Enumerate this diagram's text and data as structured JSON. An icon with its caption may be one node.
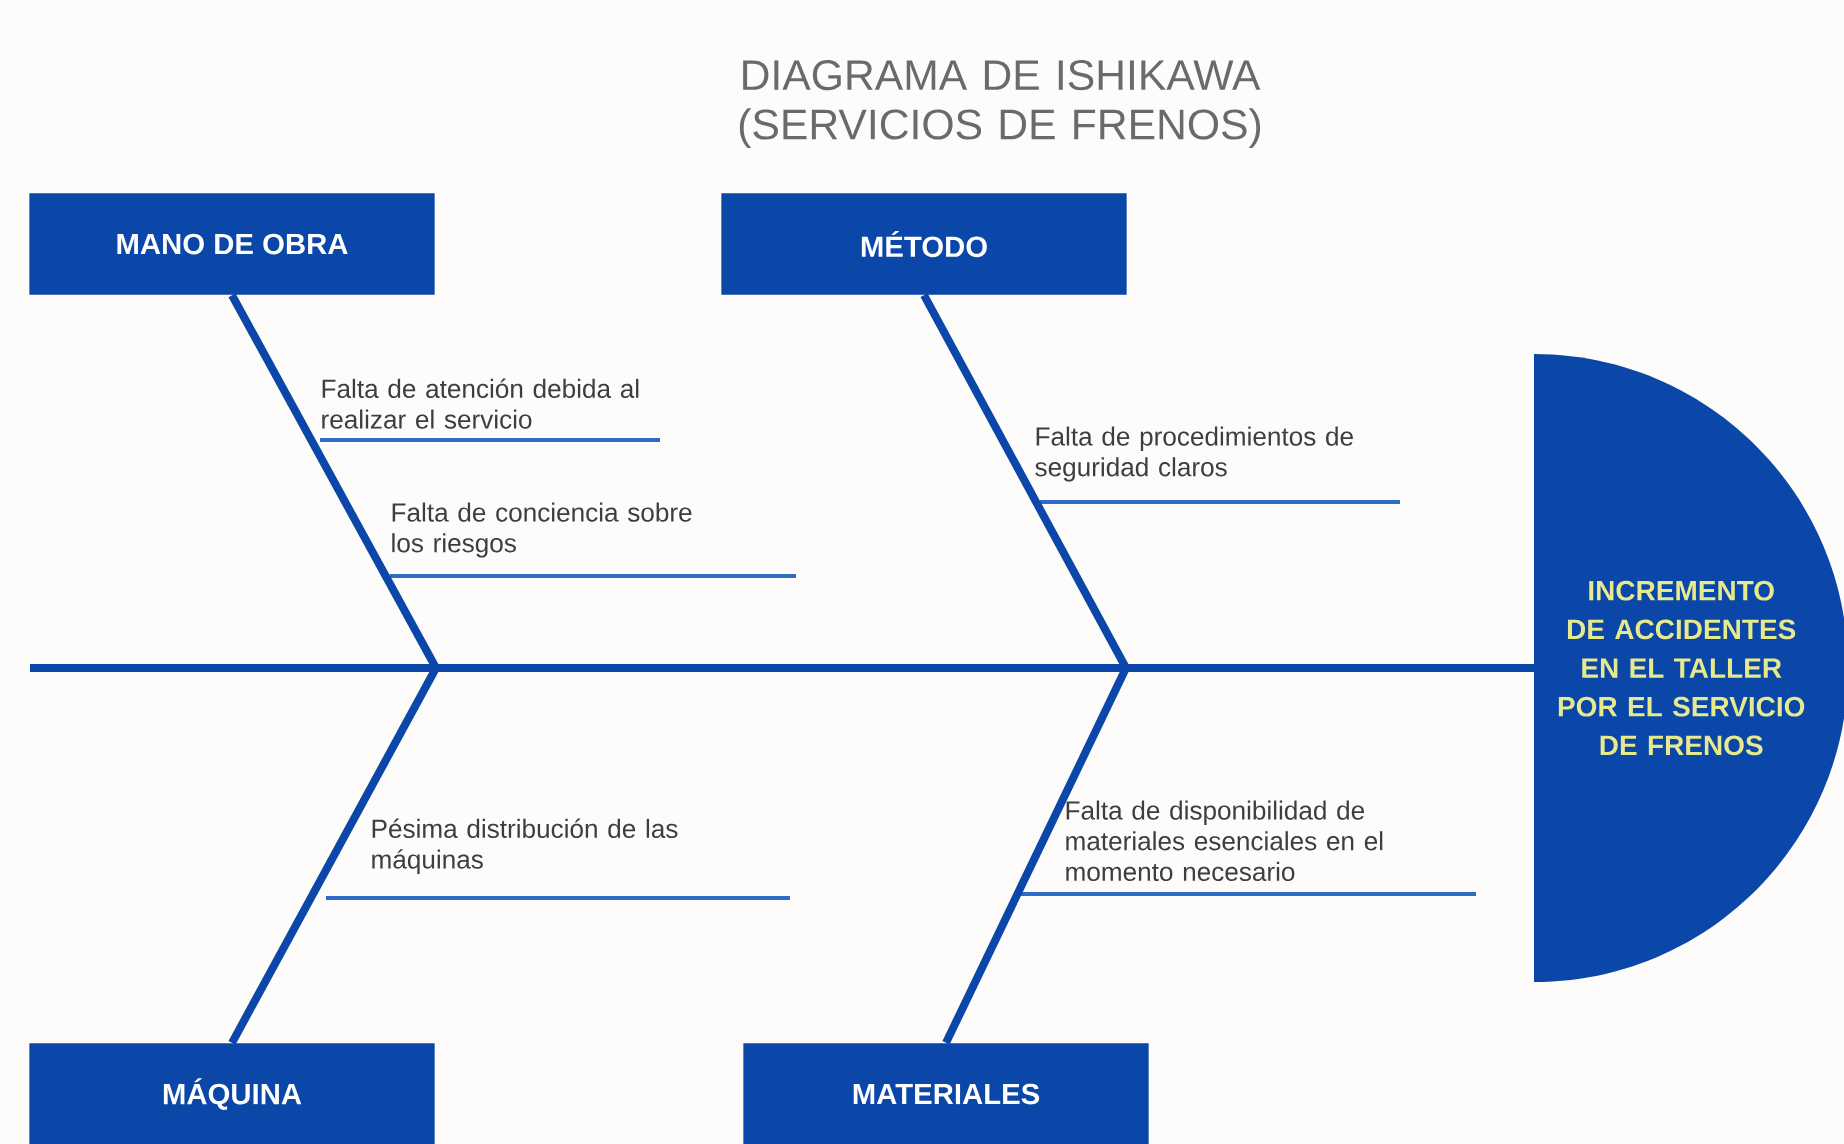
{
  "diagram": {
    "title": "DIAGRAMA DE ISHIKAWA (SERVICIOS DE FRENOS)",
    "nodes": [
      {
        "text": [
          "MANO DE OBRA"
        ]
      },
      {
        "text": [
          "MÉTODO"
        ]
      },
      {
        "text": [
          "MÁQUINA"
        ]
      },
      {
        "text": [
          "MATERIALES"
        ]
      },
      {
        "text": [
          "INCREMENTO DE ACCIDENTES EN EL TALLER POR EL SERVICIO DE FRENOS"
        ]
      }
    ],
    "edges": [
      {
        "from": 0,
        "to": null,
        "arrow": "none"
      },
      {
        "from": 1,
        "to": null,
        "arrow": "none"
      },
      {
        "from": 2,
        "to": null,
        "arrow": "none"
      },
      {
        "from": 3,
        "to": null,
        "arrow": "none"
      },
      {
        "from": null,
        "to": 4,
        "arrow": "none"
      }
    ],
    "labels": [
      "Falta de atención debida al realizar el servicio",
      "Falta de conciencia sobre los riesgos",
      "Falta de procedimientos de seguridad claros",
      "Pésima distribución de las máquinas",
      "Falta de disponibilidad de materiales esenciales en el momento necesario"
    ]
  }
}
